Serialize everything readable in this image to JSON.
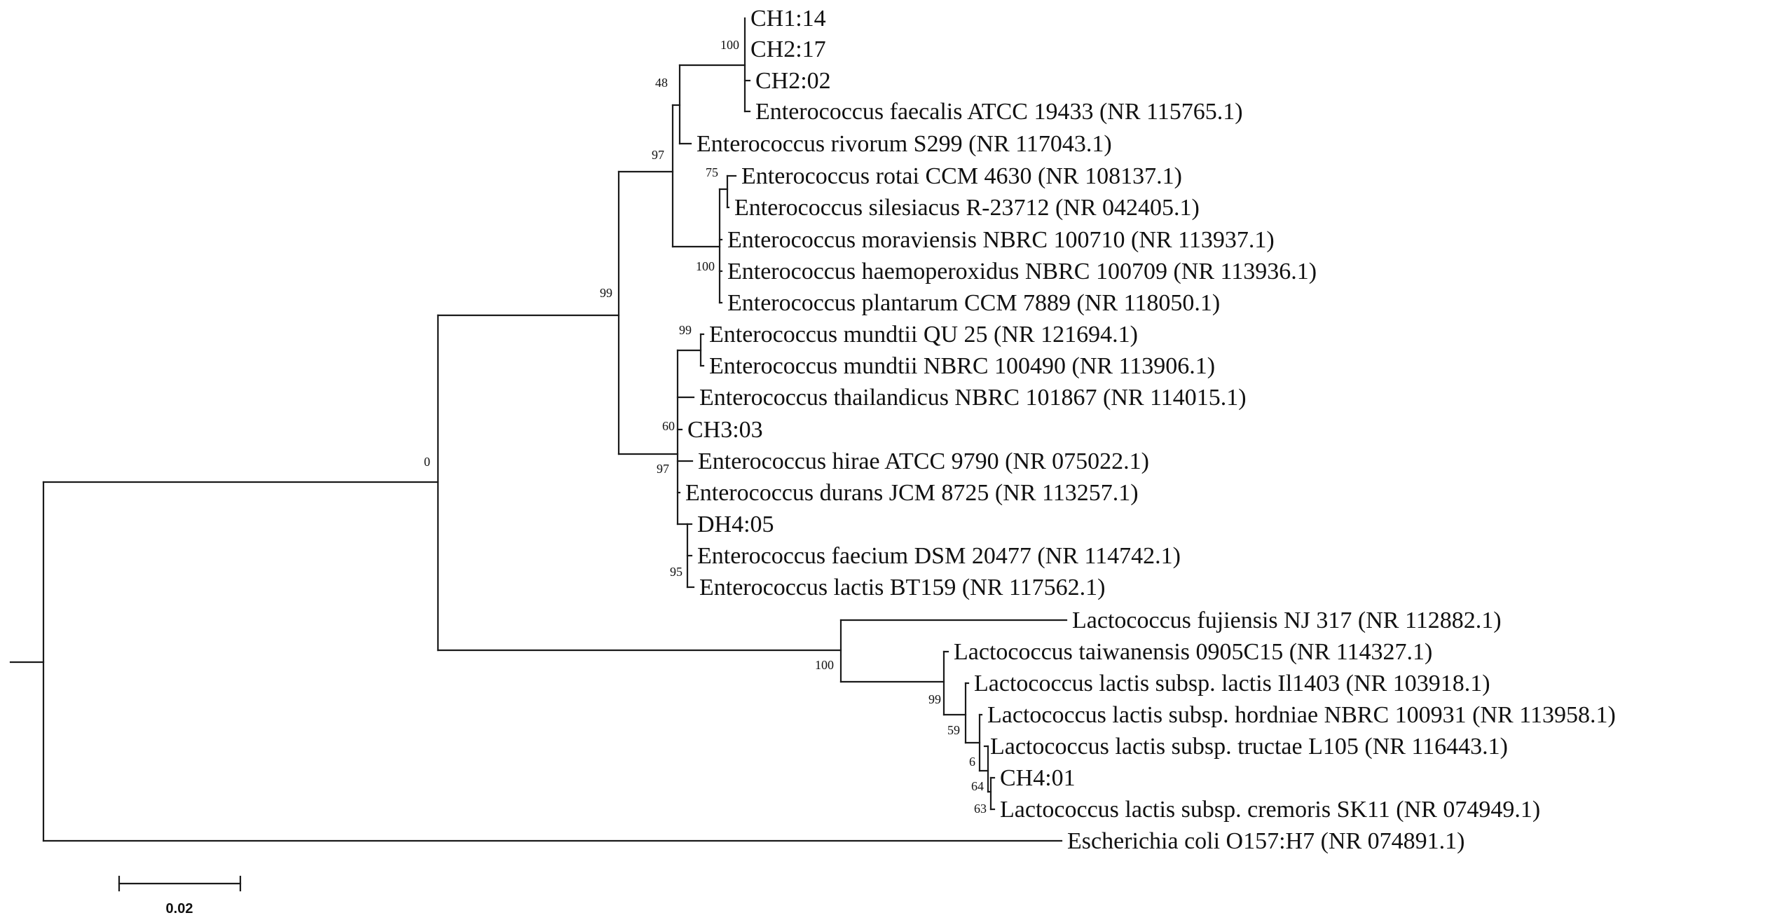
{
  "tree": {
    "leaves": [
      {
        "id": "ch1_14",
        "label": "CH1:14"
      },
      {
        "id": "ch2_17",
        "label": "CH2:17"
      },
      {
        "id": "ch2_02",
        "label": "CH2:02"
      },
      {
        "id": "e_faecalis",
        "label": "Enterococcus faecalis ATCC 19433 (NR 115765.1)"
      },
      {
        "id": "e_rivorum",
        "label": "Enterococcus rivorum S299 (NR 117043.1)"
      },
      {
        "id": "e_rotai",
        "label": "Enterococcus rotai CCM 4630 (NR 108137.1)"
      },
      {
        "id": "e_silesiacus",
        "label": "Enterococcus silesiacus R-23712 (NR 042405.1)"
      },
      {
        "id": "e_moraviensis",
        "label": "Enterococcus moraviensis NBRC 100710 (NR 113937.1)"
      },
      {
        "id": "e_haemoperoxidus",
        "label": "Enterococcus haemoperoxidus NBRC 100709 (NR 113936.1)"
      },
      {
        "id": "e_plantarum",
        "label": "Enterococcus plantarum CCM 7889 (NR 118050.1)"
      },
      {
        "id": "e_mundtii_qu25",
        "label": "Enterococcus mundtii QU 25 (NR 121694.1)"
      },
      {
        "id": "e_mundtii_nbrc",
        "label": "Enterococcus mundtii NBRC 100490 (NR 113906.1)"
      },
      {
        "id": "e_thailandicus",
        "label": "Enterococcus thailandicus NBRC 101867 (NR 114015.1)"
      },
      {
        "id": "ch3_03",
        "label": "CH3:03"
      },
      {
        "id": "e_hirae",
        "label": "Enterococcus hirae ATCC 9790 (NR 075022.1)"
      },
      {
        "id": "e_durans",
        "label": "Enterococcus durans JCM 8725 (NR 113257.1)"
      },
      {
        "id": "dh4_05",
        "label": "DH4:05"
      },
      {
        "id": "e_faecium",
        "label": "Enterococcus faecium DSM 20477 (NR 114742.1)"
      },
      {
        "id": "e_lactis",
        "label": "Enterococcus lactis BT159 (NR 117562.1)"
      },
      {
        "id": "l_fujiensis",
        "label": "Lactococcus fujiensis NJ 317 (NR 112882.1)"
      },
      {
        "id": "l_taiwanensis",
        "label": "Lactococcus taiwanensis 0905C15 (NR 114327.1)"
      },
      {
        "id": "l_lactis_lactis",
        "label": "Lactococcus lactis subsp. lactis Il1403 (NR 103918.1)"
      },
      {
        "id": "l_lactis_hordniae",
        "label": "Lactococcus lactis subsp. hordniae NBRC 100931 (NR 113958.1)"
      },
      {
        "id": "l_lactis_tructae",
        "label": "Lactococcus lactis subsp. tructae L105 (NR 116443.1)"
      },
      {
        "id": "ch4_01",
        "label": "CH4:01"
      },
      {
        "id": "l_lactis_cremoris",
        "label": "Lactococcus lactis subsp. cremoris SK11 (NR 074949.1)"
      },
      {
        "id": "e_coli",
        "label": "Escherichia coli O157:H7 (NR 074891.1)"
      }
    ],
    "bootstrap": [
      {
        "id": "b100_ch",
        "value": "100"
      },
      {
        "id": "b48",
        "value": "48"
      },
      {
        "id": "b97_top",
        "value": "97"
      },
      {
        "id": "b75",
        "value": "75"
      },
      {
        "id": "b100_rotai",
        "value": "100"
      },
      {
        "id": "b99_ent",
        "value": "99"
      },
      {
        "id": "b99_mundtii",
        "value": "99"
      },
      {
        "id": "b60",
        "value": "60"
      },
      {
        "id": "b97_low",
        "value": "97"
      },
      {
        "id": "b95",
        "value": "95"
      },
      {
        "id": "b0",
        "value": "0"
      },
      {
        "id": "b100_lacto",
        "value": "100"
      },
      {
        "id": "b99_lacto",
        "value": "99"
      },
      {
        "id": "b59",
        "value": "59"
      },
      {
        "id": "b6",
        "value": "6"
      },
      {
        "id": "b64",
        "value": "64"
      },
      {
        "id": "b63",
        "value": "63"
      }
    ],
    "scale_bar": {
      "value": 0.02,
      "label": "0.02"
    }
  }
}
